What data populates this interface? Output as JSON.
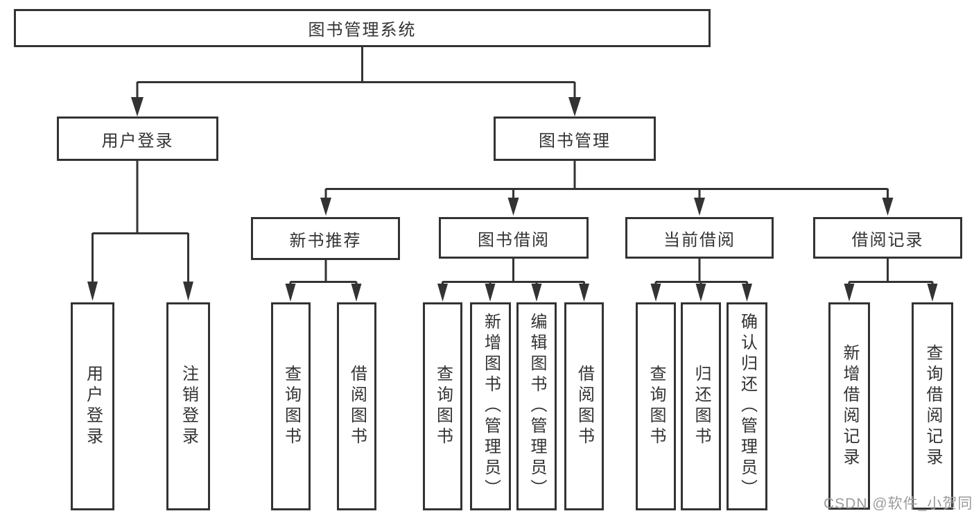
{
  "tree": {
    "root": {
      "label": "图书管理系统"
    },
    "branches": [
      {
        "label": "用户登录",
        "children": [
          {
            "label": "用户登录"
          },
          {
            "label": "注销登录"
          }
        ]
      },
      {
        "label": "图书管理",
        "children": [
          {
            "label": "新书推荐",
            "children": [
              {
                "label": "查询图书"
              },
              {
                "label": "借阅图书"
              }
            ]
          },
          {
            "label": "图书借阅",
            "children": [
              {
                "label": "查询图书"
              },
              {
                "label": "新增图书（管理员）"
              },
              {
                "label": "编辑图书（管理员）"
              },
              {
                "label": "借阅图书"
              }
            ]
          },
          {
            "label": "当前借阅",
            "children": [
              {
                "label": "查询图书"
              },
              {
                "label": "归还图书"
              },
              {
                "label": "确认归还（管理员）"
              }
            ]
          },
          {
            "label": "借阅记录",
            "children": [
              {
                "label": "新增借阅记录"
              },
              {
                "label": "查询借阅记录"
              }
            ]
          }
        ]
      }
    ]
  },
  "watermark": {
    "text": "CSDN @软件_小贺同学"
  },
  "colors": {
    "line": "#333333",
    "box_fill": "#ffffff",
    "text": "#333333",
    "watermark": "#9b9b9b"
  }
}
